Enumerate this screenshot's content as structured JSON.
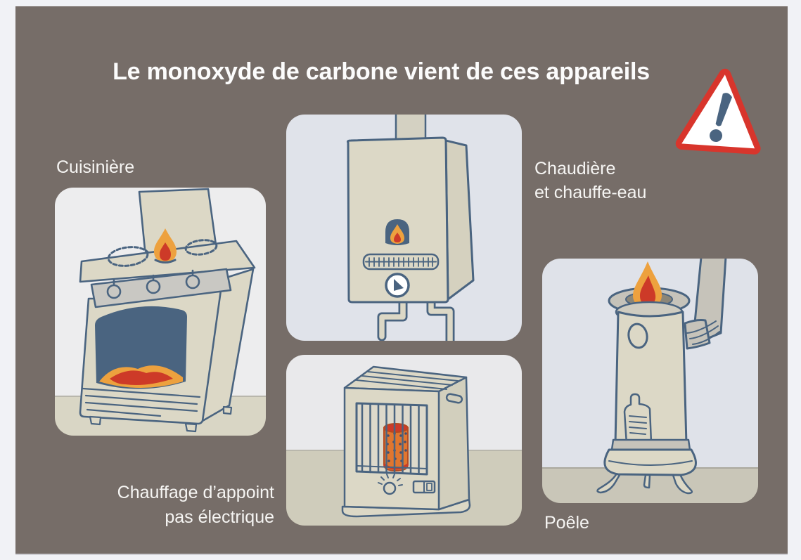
{
  "title": "Le monoxyde de carbone vient de ces appareils",
  "panels": {
    "stove": {
      "label": "Cuisinière"
    },
    "boiler": {
      "label_line1": "Chaudière",
      "label_line2": "et chauffe-eau"
    },
    "heater": {
      "label_line1": "Chauffage d’appoint",
      "label_line2": "pas électrique"
    },
    "wood_stove": {
      "label": "Poêle"
    }
  },
  "icons": {
    "warning": "warning-triangle-icon",
    "stove": "gas-cooker-illustration",
    "boiler": "wall-boiler-illustration",
    "heater": "portable-heater-illustration",
    "wood_stove": "wood-stove-illustration"
  },
  "colors": {
    "slide_background": "#766d68",
    "title_text": "#fcfcfc",
    "outline_blue": "#4a6480",
    "appliance_cream": "#dcd8c6",
    "flame_orange": "#eda13e",
    "flame_red": "#cd3a28",
    "warning_red": "#d8352c"
  }
}
